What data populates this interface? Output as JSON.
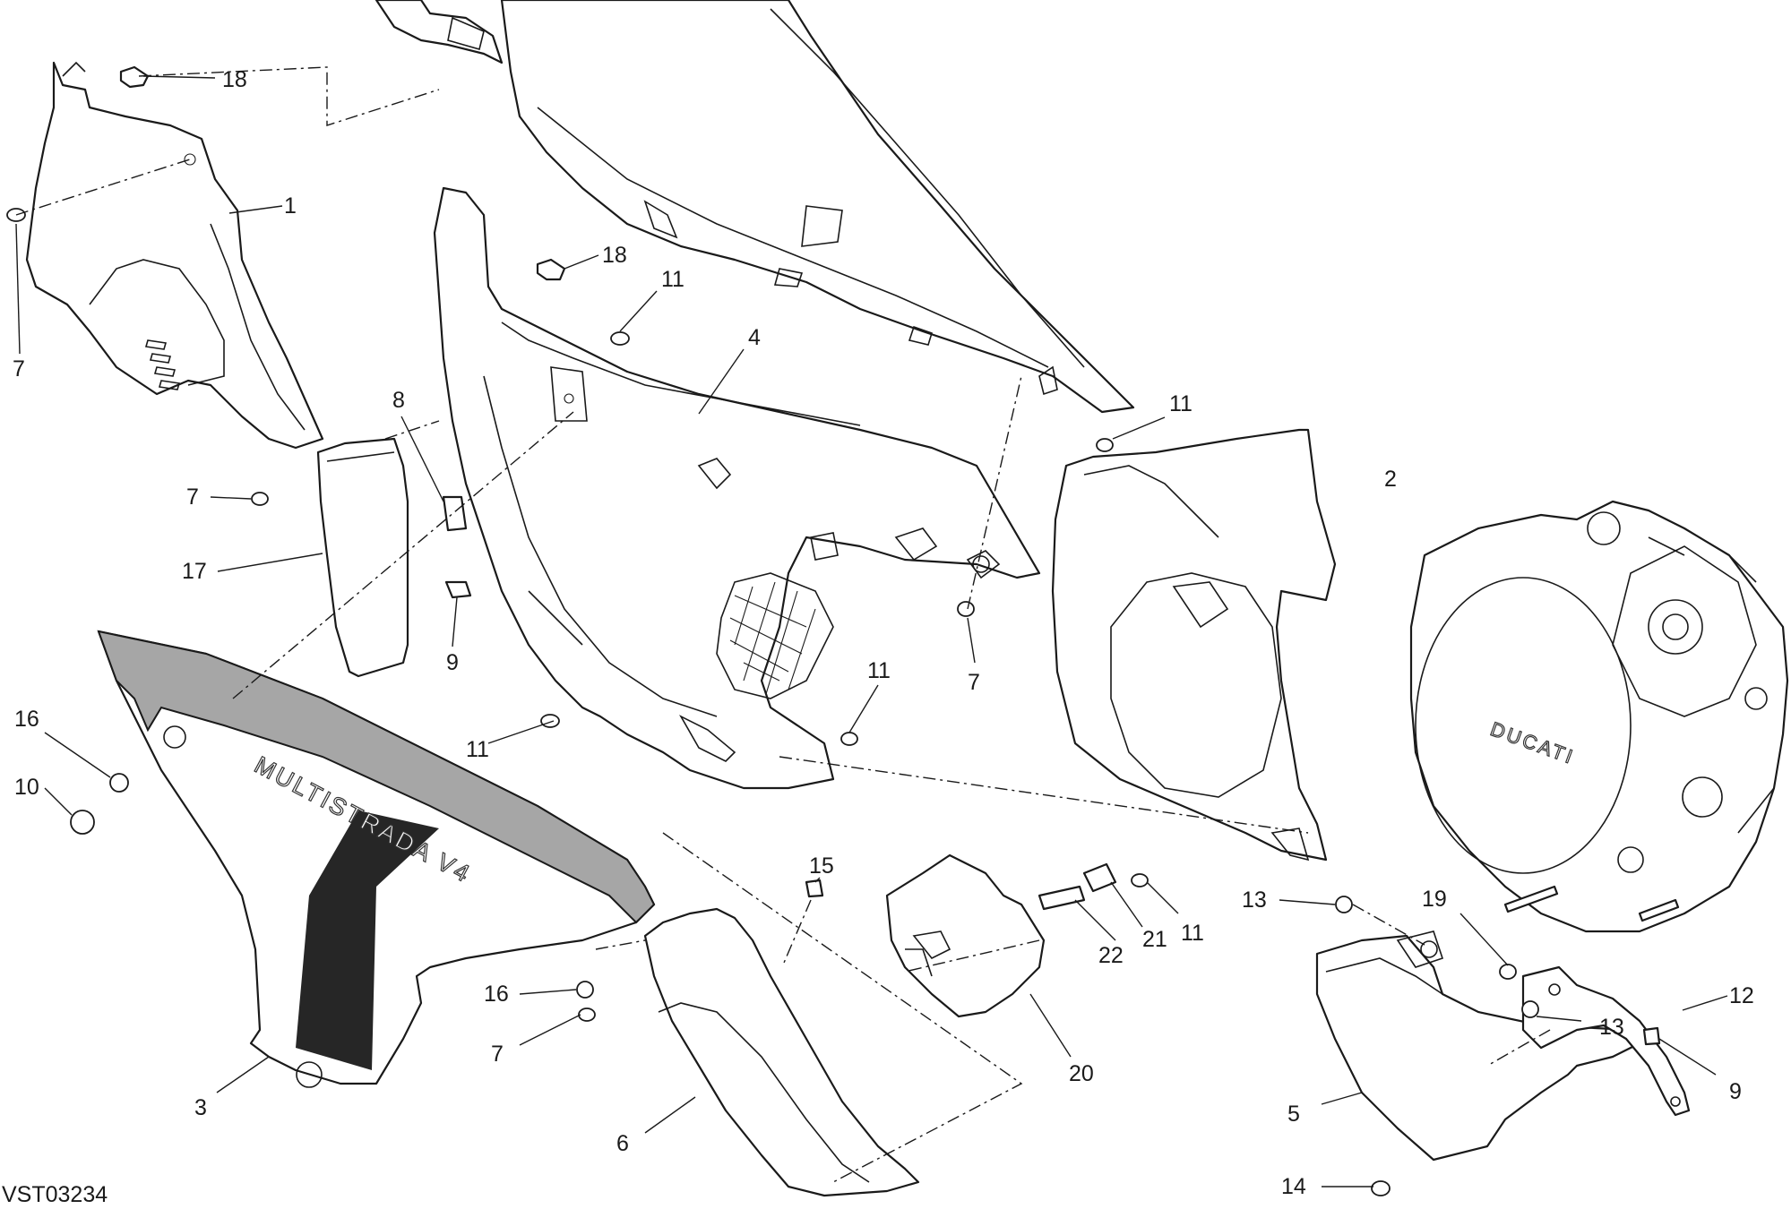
{
  "diagram": {
    "document_id": "VST03234",
    "graphic_text": {
      "fairing_brand": "MULTISTRADA V4",
      "engine_brand": "DUCATI"
    },
    "colors": {
      "line": "#1a1a1a",
      "fairing_panel": "#a6a6a6",
      "decal": "#262626",
      "background": "#ffffff"
    },
    "callouts": [
      {
        "key": "c18a",
        "text": "18"
      },
      {
        "key": "c1",
        "text": "1"
      },
      {
        "key": "c7a",
        "text": "7"
      },
      {
        "key": "c18b",
        "text": "18"
      },
      {
        "key": "c11a",
        "text": "11"
      },
      {
        "key": "c4",
        "text": "4"
      },
      {
        "key": "c8",
        "text": "8"
      },
      {
        "key": "c7b",
        "text": "7"
      },
      {
        "key": "c17",
        "text": "17"
      },
      {
        "key": "c9a",
        "text": "9"
      },
      {
        "key": "c11b",
        "text": "11"
      },
      {
        "key": "c2",
        "text": "2"
      },
      {
        "key": "c7c",
        "text": "7"
      },
      {
        "key": "c16a",
        "text": "16"
      },
      {
        "key": "c10",
        "text": "10"
      },
      {
        "key": "c11c",
        "text": "11"
      },
      {
        "key": "c11d",
        "text": "11"
      },
      {
        "key": "c15",
        "text": "15"
      },
      {
        "key": "c19",
        "text": "19"
      },
      {
        "key": "c13a",
        "text": "13"
      },
      {
        "key": "c11e",
        "text": "11"
      },
      {
        "key": "c21",
        "text": "21"
      },
      {
        "key": "c22",
        "text": "22"
      },
      {
        "key": "c16b",
        "text": "16"
      },
      {
        "key": "c7d",
        "text": "7"
      },
      {
        "key": "c12",
        "text": "12"
      },
      {
        "key": "c13b",
        "text": "13"
      },
      {
        "key": "c20",
        "text": "20"
      },
      {
        "key": "c3",
        "text": "3"
      },
      {
        "key": "c9b",
        "text": "9"
      },
      {
        "key": "c6",
        "text": "6"
      },
      {
        "key": "c5",
        "text": "5"
      },
      {
        "key": "c14",
        "text": "14"
      }
    ]
  }
}
